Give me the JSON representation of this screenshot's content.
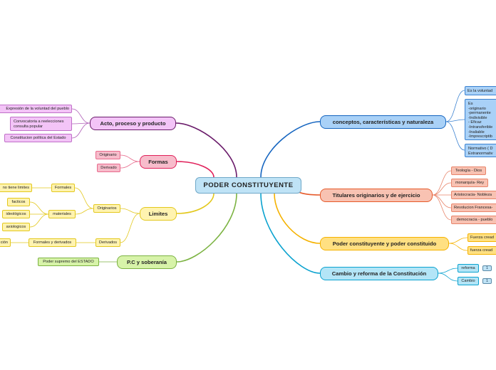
{
  "root": {
    "label": "PODER CONSTITUYENTE"
  },
  "colors": {
    "blue_fill": "#a9d1f7",
    "blue_stroke": "#1565c0",
    "purple_fill": "#f3c4f7",
    "purple_stroke": "#6a1b6a",
    "pink_fill": "#f7bccb",
    "pink_stroke": "#e0205a",
    "yellow_fill": "#fff3b0",
    "yellow_stroke": "#e3c81d",
    "green_fill": "#d7f3a9",
    "green_stroke": "#7cb342",
    "salmon_fill": "#f8c2b2",
    "salmon_stroke": "#e65a2a",
    "orange_fill": "#ffe082",
    "orange_stroke": "#f5b200",
    "cyan_fill": "#b3e5f7",
    "cyan_stroke": "#0aa2cf"
  },
  "left": {
    "acto": {
      "label": "Acto, proceso y producto",
      "items": [
        "Expresión de la voluntad del pueblo",
        "Convocatoria a reelecciones\nconsulta popular",
        "Constitucion política del Estado"
      ]
    },
    "formas": {
      "label": "Formas",
      "items": [
        "Originario",
        "Derivado"
      ]
    },
    "limites": {
      "label": "Limites",
      "originarios": {
        "label": "Originarios",
        "formales": {
          "label": "Formales",
          "items": [
            "no tiene limites"
          ]
        },
        "materiales": {
          "label": "materiales",
          "items": [
            "facticos",
            "ideológicos",
            "axiologicos"
          ]
        }
      },
      "derivados": {
        "label": "Derivados",
        "formales_derivados": {
          "label": "Formales y derivados",
          "items": [
            "ción"
          ]
        }
      }
    },
    "pc": {
      "label": "P.C y soberanía",
      "items": [
        "Poder supremo del ESTADO"
      ]
    }
  },
  "right": {
    "conceptos": {
      "label": "conceptos, características y naturaleza",
      "items": [
        "Es la voluntad",
        "Es\n-originario\n-permanente\n-Indivisible\n- Eficaz\n-Intransferible\n-Inaliable\n-Imprescriptib",
        "Normativo ( D\nExtranormativ"
      ]
    },
    "titulares": {
      "label": "Titulares originarios y de ejercicio",
      "items": [
        "Teología - Dios",
        "monarquía- Rey",
        "Aristocracia- Nobleza",
        "Revolucion Francesa-",
        "democracia - pueblo"
      ]
    },
    "poder": {
      "label": "Poder constituyente y poder constituido",
      "items": [
        "Fuerza cread",
        "fuerza cread"
      ]
    },
    "cambio": {
      "label": "Cambio y reforma de la Constitución",
      "items": [
        "reforma",
        "Cambio"
      ],
      "badges": [
        "1",
        "1"
      ]
    }
  }
}
